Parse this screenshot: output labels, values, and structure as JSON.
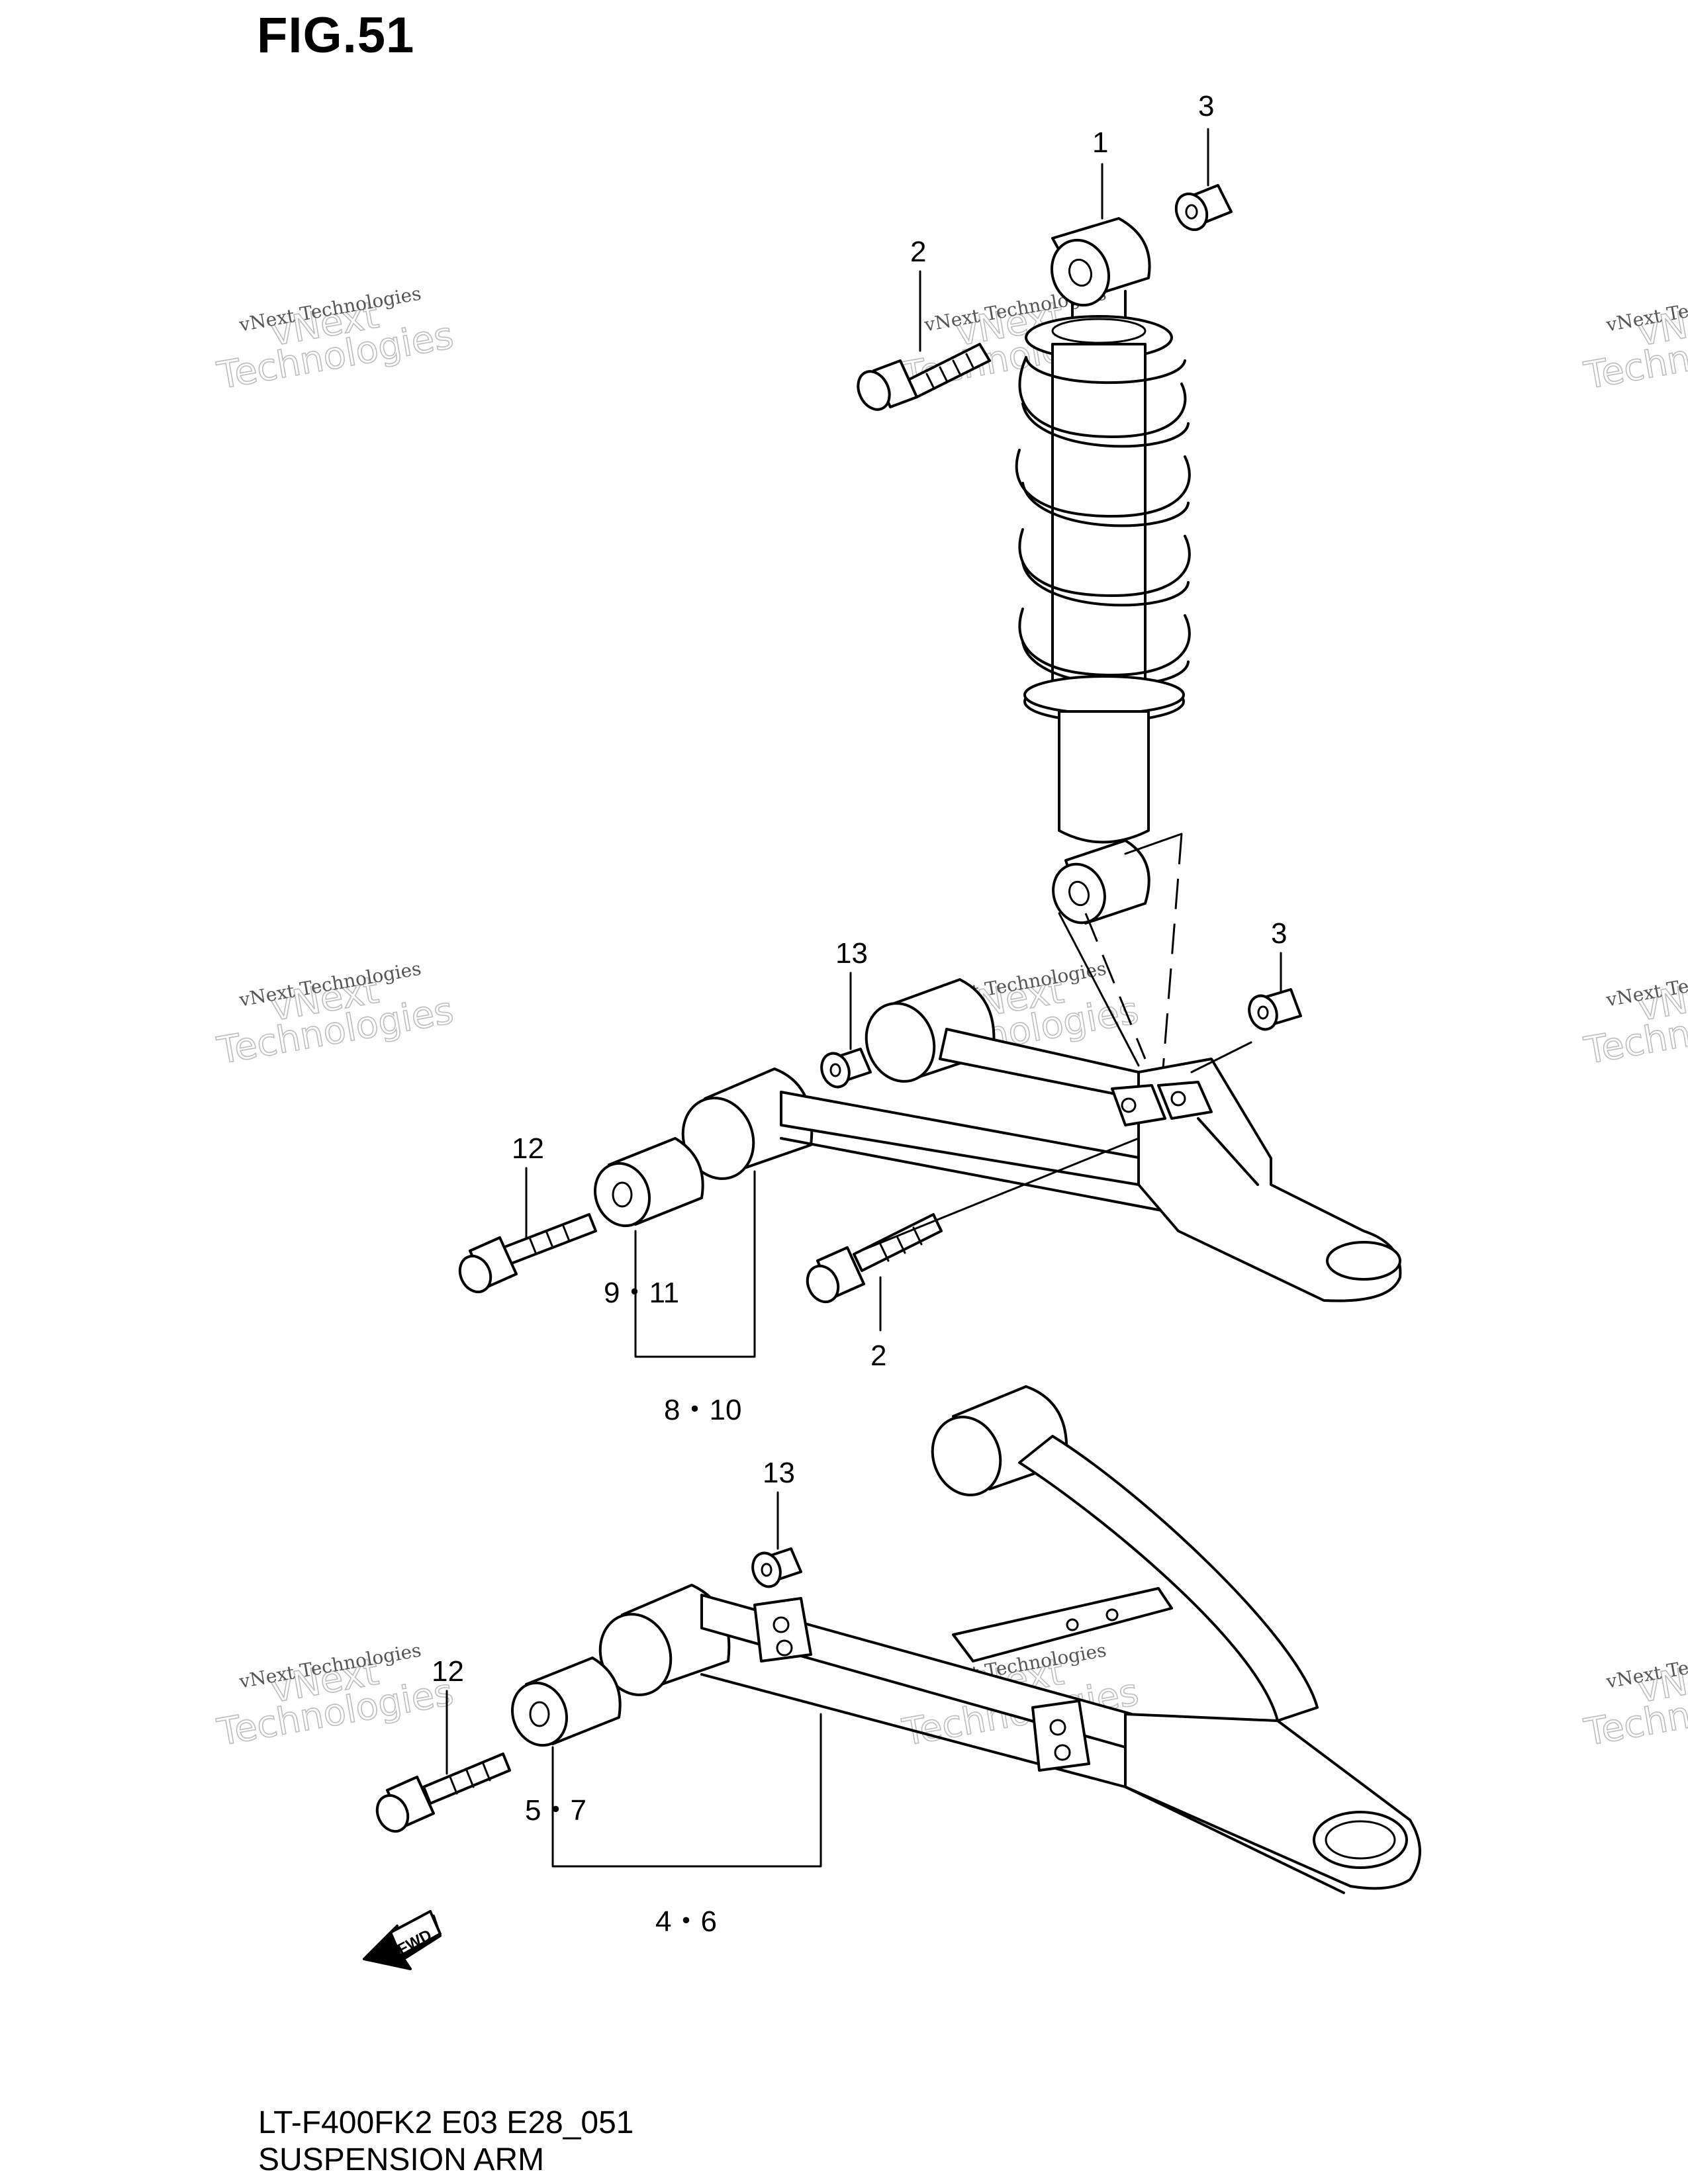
{
  "figure": {
    "title": "FIG.51"
  },
  "footer": {
    "model_code": "LT-F400FK2 E03 E28_051",
    "caption": "SUSPENSION ARM"
  },
  "callouts": {
    "shock_top": "1",
    "bolt_upper": "2",
    "nut_upper": "3",
    "nut_mid_right": "3",
    "nut_mid_left": "13",
    "bolt_mid_left": "12",
    "bushing_mid": "9・11",
    "bolt_mid_lower": "2",
    "arm_upper": "8・10",
    "nut_lower": "13",
    "bolt_lower": "12",
    "bushing_lower": "5・7",
    "arm_lower": "4・6"
  },
  "fwd_label": "FWD",
  "watermark": {
    "line1": "vNext Technologies",
    "line2": "vNext",
    "line3": "Technologies"
  },
  "icons": {
    "direction": "fwd-arrow-icon"
  }
}
